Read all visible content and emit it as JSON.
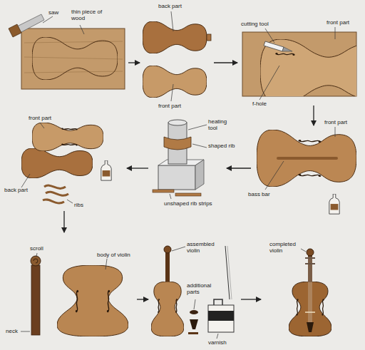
{
  "diagram": {
    "labels": [
      "saw",
      "thin piece of wood",
      "back part",
      "front part",
      "cutting tool",
      "front part",
      "f-hole",
      "front part",
      "back part",
      "ribs",
      "heating tool",
      "shaped rib",
      "unshaped rib strips",
      "front part",
      "bass bar",
      "scroll",
      "body of violin",
      "neck",
      "assembled violin",
      "additional parts",
      "varnish",
      "completed violin"
    ]
  }
}
